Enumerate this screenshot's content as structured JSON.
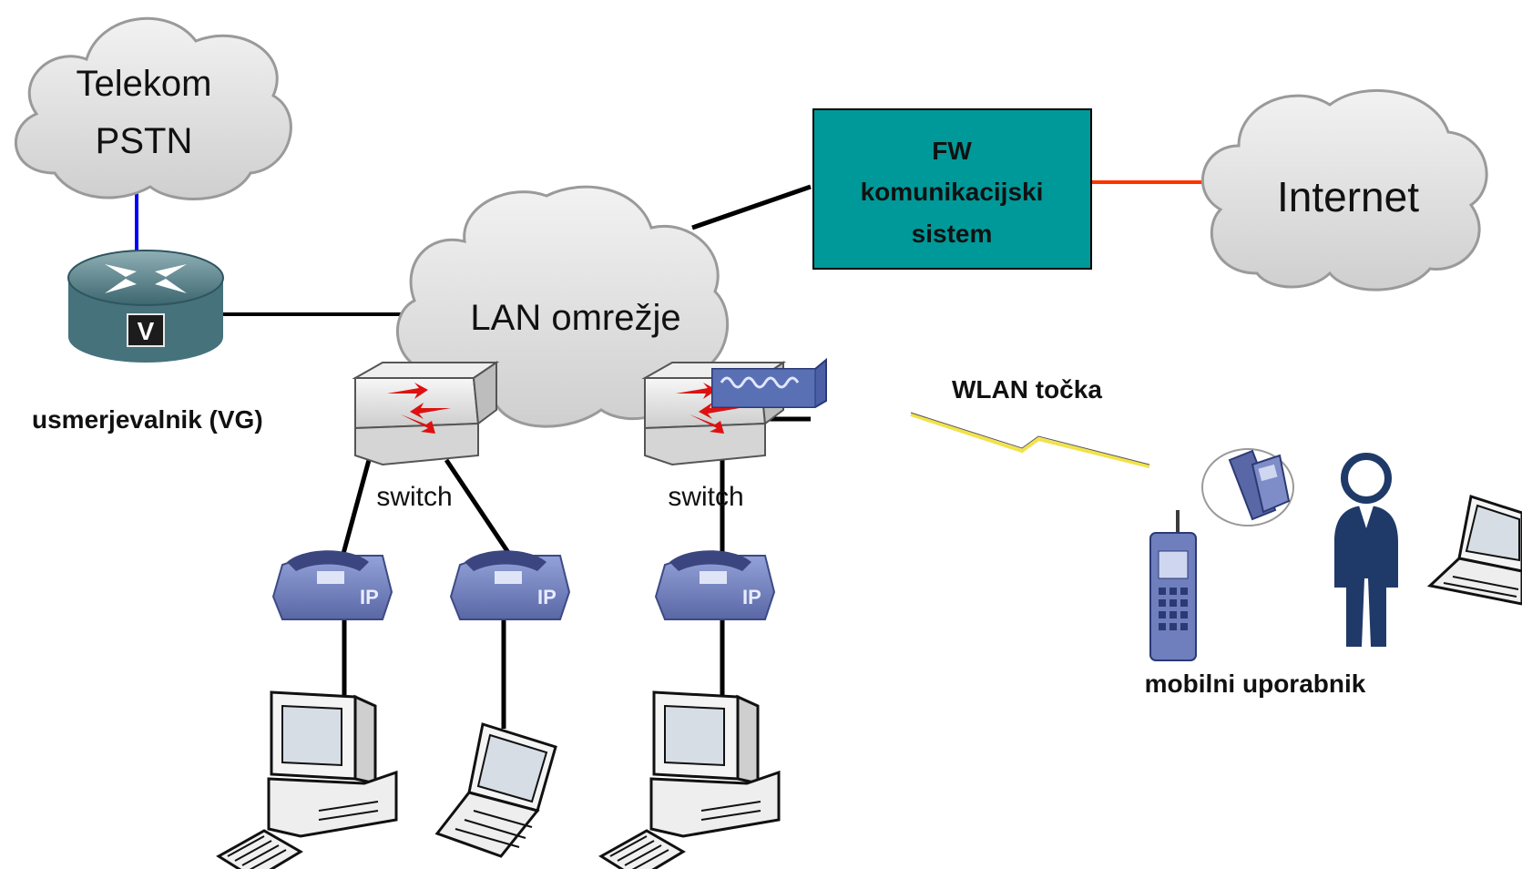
{
  "clouds": {
    "telekom": {
      "line1": "Telekom",
      "line2": "PSTN"
    },
    "internet": {
      "label": "Internet"
    },
    "lan": {
      "label": "LAN omrežje"
    }
  },
  "firewall": {
    "line1": "FW",
    "line2": "komunikacijski",
    "line3": "sistem"
  },
  "router": {
    "label": "usmerjevalnik (VG)",
    "badge": "V"
  },
  "switches": {
    "left_label": "switch",
    "right_label": "switch"
  },
  "wlan": {
    "label": "WLAN točka"
  },
  "mobile": {
    "label": "mobilni uporabnik"
  },
  "phones": {
    "badge": "IP"
  },
  "colors": {
    "firewall_fill": "#009999",
    "pstn_link": "#0000ff",
    "internet_link": "#ff3300",
    "device_blue": "#6f7fbd",
    "person": "#1f3a68"
  }
}
